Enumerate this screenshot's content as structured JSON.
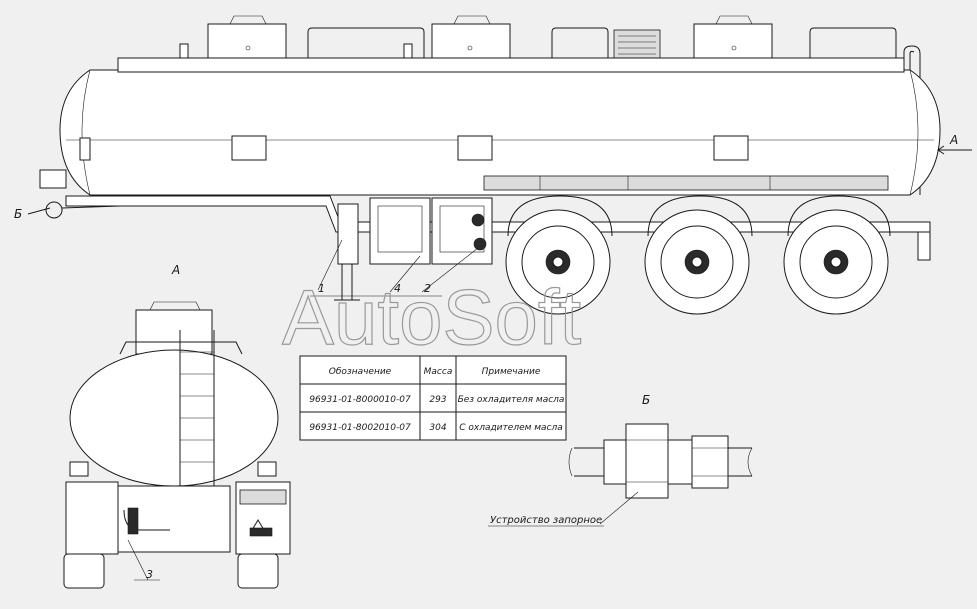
{
  "watermark": "AutoSoft",
  "view_labels": {
    "view_a_marker": "А",
    "view_a_title": "А",
    "view_b_marker": "Б",
    "view_b_title": "Б"
  },
  "callouts": [
    "1",
    "2",
    "3",
    "4"
  ],
  "table": {
    "headers": [
      "Обозначение",
      "Масса",
      "Примечание"
    ],
    "rows": [
      [
        "96931-01-8000010-07",
        "293",
        "Без охладителя масла"
      ],
      [
        "96931-01-8002010-07",
        "304",
        "С охладителем масла"
      ]
    ]
  },
  "detail_b_caption": "Устройство запорное"
}
